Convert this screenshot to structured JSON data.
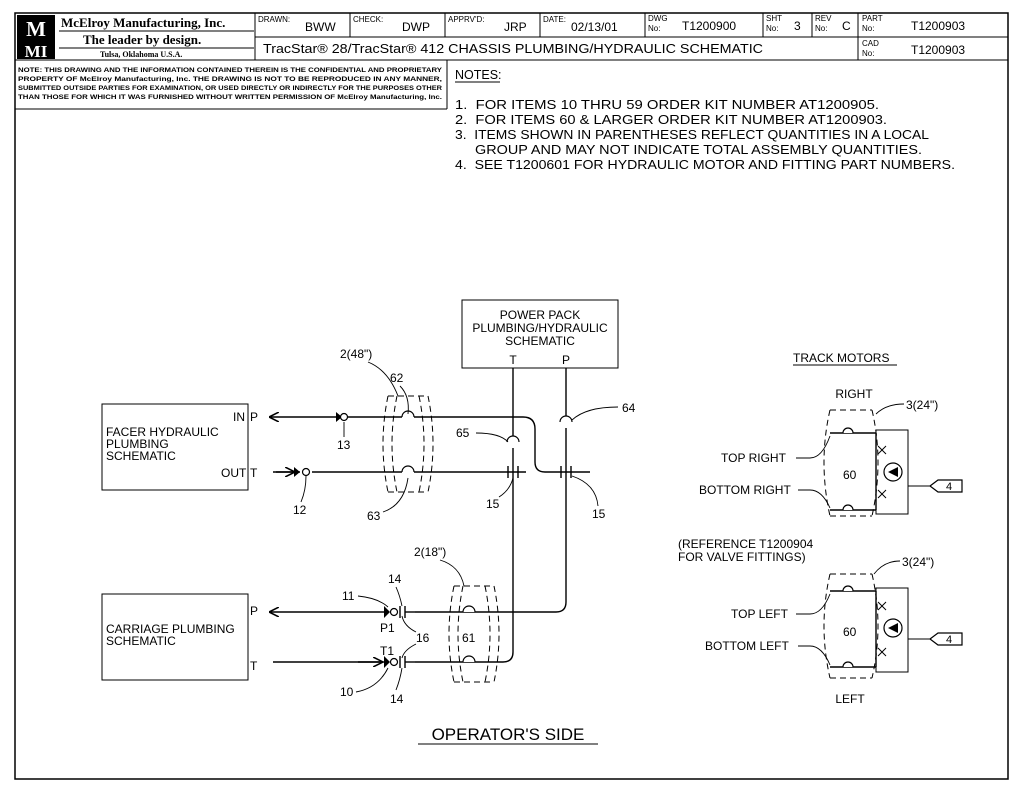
{
  "title_block": {
    "company": "McElroy Manufacturing, Inc.",
    "tagline": "The leader by design.",
    "location": "Tulsa, Oklahoma U.S.A.",
    "registered": "®",
    "drawn_label": "DRAWN:",
    "drawn": "BWW",
    "check_label": "CHECK:",
    "check": "DWP",
    "apprvd_label": "APPRV'D:",
    "apprvd": "JRP",
    "date_label": "DATE:",
    "date": "02/13/01",
    "dwg_label_1": "DWG",
    "dwg_label_2": "No:",
    "dwg": "T1200900",
    "sht_label_1": "SHT",
    "sht_label_2": "No:",
    "sht": "3",
    "rev_label_1": "REV",
    "rev_label_2": "No:",
    "rev": "C",
    "part_label_1": "PART",
    "part_label_2": "No:",
    "part": "T1200903",
    "cad_label_1": "CAD",
    "cad_label_2": "No:",
    "cad": "T1200903",
    "drawing_title": "TracStar® 28/TracStar® 412 CHASSIS PLUMBING/HYDRAULIC SCHEMATIC",
    "confidential": [
      "NOTE: THIS DRAWING AND THE INFORMATION CONTAINED THEREIN IS THE CONFIDENTIAL AND PROPRIETARY",
      "PROPERTY OF McElroy Manufacturing, Inc. THE DRAWING IS NOT TO BE REPRODUCED IN ANY MANNER,",
      "SUBMITTED OUTSIDE PARTIES FOR EXAMINATION, OR USED DIRECTLY OR INDIRECTLY FOR THE PURPOSES OTHER",
      "THAN THOSE FOR WHICH IT WAS FURNISHED WITHOUT WRITTEN PERMISSION OF McElroy Manufacturing, Inc."
    ]
  },
  "notes": {
    "heading": "NOTES:",
    "lines": [
      "1.  FOR ITEMS 10 THRU 59 ORDER KIT NUMBER AT1200905.",
      "2.  FOR ITEMS 60 & LARGER ORDER KIT NUMBER AT1200903.",
      "3.  ITEMS SHOWN IN PARENTHESES REFLECT QUANTITIES IN A LOCAL",
      "     GROUP AND MAY NOT INDICATE TOTAL ASSEMBLY QUANTITIES.",
      "4.  SEE T1200601 FOR HYDRAULIC MOTOR AND FITTING PART NUMBERS."
    ]
  },
  "diagram": {
    "power_pack": [
      "POWER PACK",
      "PLUMBING/HYDRAULIC",
      "SCHEMATIC"
    ],
    "pp_port_t": "T",
    "pp_port_p": "P",
    "facer": [
      "FACER HYDRAULIC",
      "PLUMBING",
      "SCHEMATIC"
    ],
    "facer_in": "IN",
    "facer_p": "P",
    "facer_out": "OUT",
    "facer_t": "T",
    "carriage": [
      "CARRIAGE PLUMBING",
      "SCHEMATIC"
    ],
    "carriage_p": "P",
    "carriage_t": "T",
    "p1": "P1",
    "t1": "T1",
    "callouts": {
      "qty_48": "2(48\")",
      "qty_18": "2(18\")",
      "c62": "62",
      "c63": "63",
      "c64": "64",
      "c65": "65",
      "c13": "13",
      "c12": "12",
      "c15a": "15",
      "c15b": "15",
      "c14a": "14",
      "c14b": "14",
      "c11": "11",
      "c10": "10",
      "c16": "16",
      "c61": "61",
      "c60a": "60",
      "c60b": "60",
      "qty_24a": "3(24\")",
      "qty_24b": "3(24\")",
      "ref4a": "4",
      "ref4b": "4"
    },
    "track_motors": "TRACK MOTORS",
    "right": "RIGHT",
    "left": "LEFT",
    "top_right": "TOP RIGHT",
    "bottom_right": "BOTTOM RIGHT",
    "top_left": "TOP LEFT",
    "bottom_left": "BOTTOM LEFT",
    "reference": [
      "(REFERENCE T1200904",
      "FOR VALVE FITTINGS)"
    ],
    "operators_side": "OPERATOR'S SIDE"
  }
}
